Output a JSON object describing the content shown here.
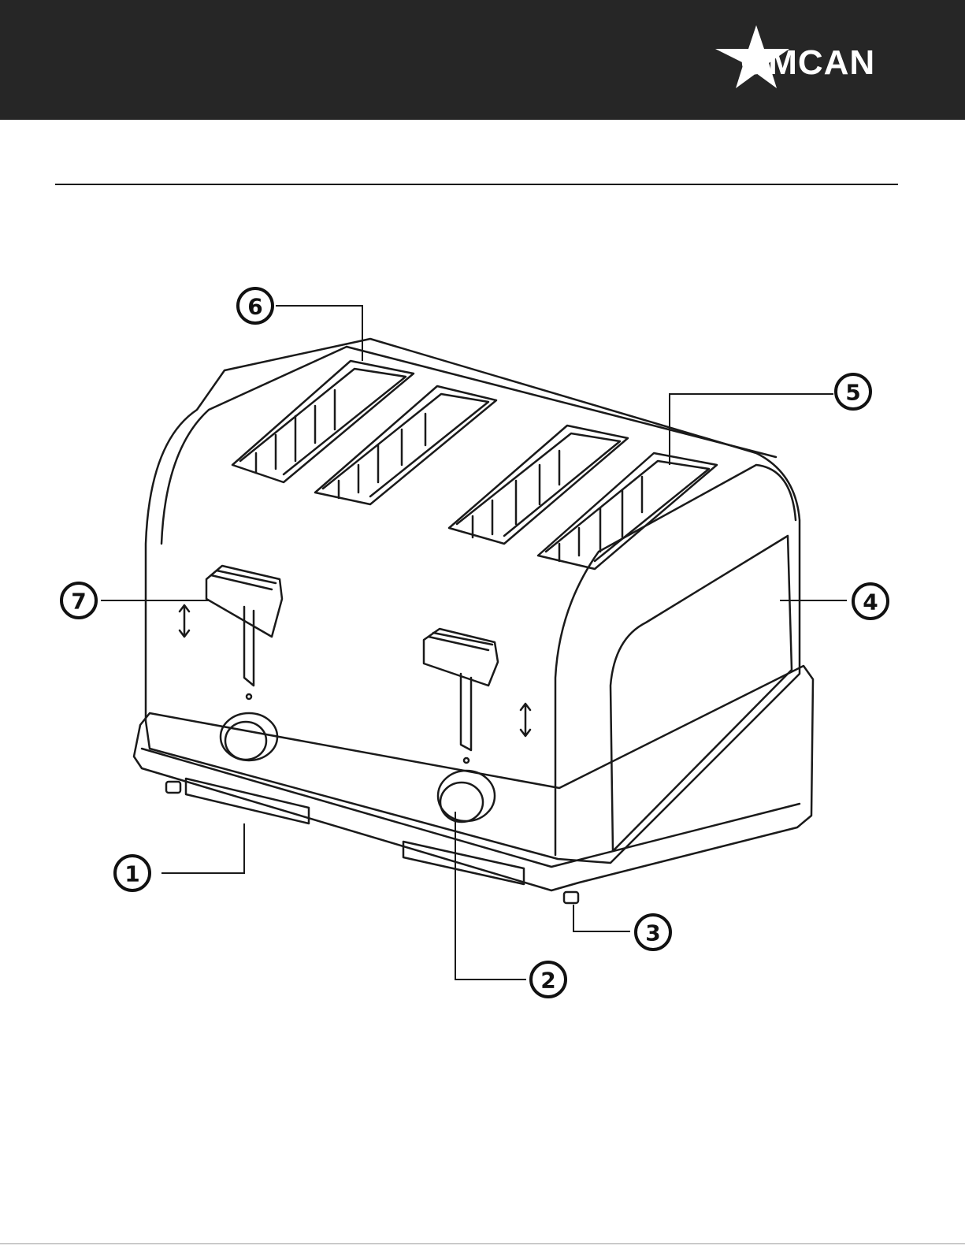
{
  "brand": {
    "name": "OMCAN"
  },
  "callouts": [
    "1",
    "2",
    "3",
    "4",
    "5",
    "6",
    "7"
  ]
}
